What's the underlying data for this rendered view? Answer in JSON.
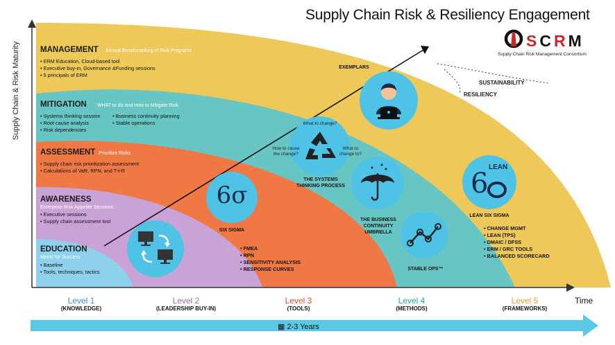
{
  "title": "Supply Chain Risk & Resiliency Engagement",
  "logo": {
    "text": "SCRM",
    "subtitle": "Supply Chain Risk Management Consortium"
  },
  "y_axis_label": "Supply Chain & Risk Maturity",
  "x_axis_label": "Time",
  "timeline_label": "2-3 Years",
  "colors": {
    "education": "#8fd0ec",
    "awareness": "#c9a3d6",
    "assessment": "#f07845",
    "mitigation": "#67c6c4",
    "management": "#efc85a",
    "icon_circle": "#4fc3e6",
    "arrow": "#5bc8e6"
  },
  "levels_text": {
    "management": {
      "title": "MANAGEMENT",
      "sub": "Annual Benchmarking of Risk Programs",
      "bullets": [
        "ERM Education, Cloud-based tool",
        "Executive buy-in, Governance &Funding sessions",
        "5 principals of ERM"
      ]
    },
    "mitigation": {
      "title": "MITIGATION",
      "sub": "WHAT to do and How to Mitigate Risk",
      "bullets_col1": [
        "Systems thinking session",
        "Root cause analysis",
        "Risk dependencies"
      ],
      "bullets_col2": [
        "Business continuity planning",
        "Stable operations"
      ]
    },
    "assessment": {
      "title": "ASSESSMENT",
      "sub": "Prioritize Risks",
      "bullets": [
        "Supply chain risk prioritization assessment",
        "Calculations of VaR, RPN, and T-t-R"
      ]
    },
    "awareness": {
      "title": "AWARENESS",
      "sub": "Enterprise Risk Appetite Sessions",
      "bullets": [
        "Executive sessions",
        "Supply chain assessment tool"
      ]
    },
    "education": {
      "title": "EDUCATION",
      "sub": "Metric for Success",
      "bullets": [
        "Baseline",
        "Tools, techniques, tactics"
      ]
    }
  },
  "icons": {
    "six_sigma": {
      "symbol": "6σ",
      "caption": "SIX SIGMA"
    },
    "systems": {
      "caption_l1": "THE SYSTEMS",
      "caption_l2": "THINKING PROCESS",
      "q_top": "What to change?",
      "q_left_1": "How to cause",
      "q_left_2": "the change?",
      "q_right_1": "What to",
      "q_right_2": "change to?"
    },
    "bcu": {
      "caption_l1": "THE BUSINESS",
      "caption_l2": "CONTINUITY",
      "caption_l3": "UMBRELLA"
    },
    "stable": {
      "caption": "STABLE OPS™"
    },
    "lean": {
      "symbol": "6",
      "word": "LEAN",
      "caption": "LEAN SIX SIGMA"
    },
    "exemplars": {
      "caption": "EXEMPLARS"
    }
  },
  "tools_list": [
    "FMEA",
    "RPN",
    "SENSITIVITY ANALYSIS",
    "RESPONSE CURVES"
  ],
  "frameworks_list": [
    "CHANGE MGMT",
    "LEAN (TPS)",
    "DMAIC / DFSS",
    "ERM / GRC TOOLS",
    "BALANCED SCORECARD"
  ],
  "sustainability": "SUSTAINABILITY",
  "resiliency": "RESILIENCY",
  "levels": [
    {
      "name": "Level 1",
      "desc": "(KNOWLEDGE)",
      "color": "#3f8fd6"
    },
    {
      "name": "Level 2",
      "desc": "(LEADERSHIP BUY-IN)",
      "color": "#9b6db3"
    },
    {
      "name": "Level 3",
      "desc": "(TOOLS)",
      "color": "#e0532b"
    },
    {
      "name": "Level 4",
      "desc": "(METHODS)",
      "color": "#2aa6a6"
    },
    {
      "name": "Level 5",
      "desc": "(FRAMEWORKS)",
      "color": "#e8a42b"
    }
  ]
}
